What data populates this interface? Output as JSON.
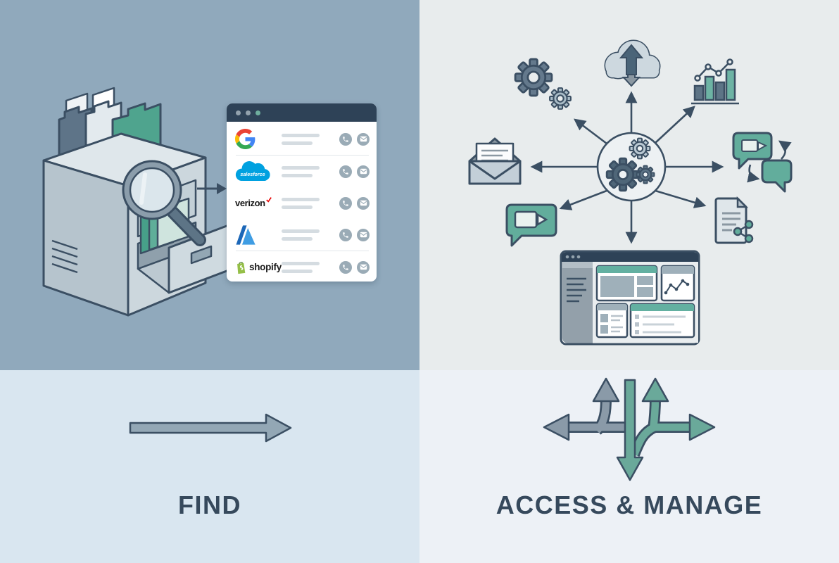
{
  "labels": {
    "find": "FIND",
    "access": "ACCESS & MANAGE"
  },
  "find_panel": {
    "illustration": "file-cabinet-with-folders-magnifier",
    "arrow": "right-arrow",
    "contact_window": {
      "titlebar_dot_colors": [
        "#93a2ad",
        "#93a2ad",
        "#6fae9e"
      ],
      "rows": [
        {
          "company": "Google",
          "logo": "google-g-icon"
        },
        {
          "company": "Salesforce",
          "logo": "salesforce-cloud-icon",
          "logo_text": "salesforce"
        },
        {
          "company": "Verizon",
          "logo": "verizon-wordmark",
          "logo_text": "verizon",
          "check_mark": "✓"
        },
        {
          "company": "Microsoft Azure",
          "logo": "azure-a-icon"
        },
        {
          "company": "Shopify",
          "logo": "shopify-bag-icon",
          "logo_text": "shopify"
        }
      ],
      "row_placeholder_lines": 2,
      "row_actions": [
        "phone-icon",
        "mail-icon"
      ]
    }
  },
  "access_panel": {
    "hub_center_icon": "gears-icon",
    "spoke_icons": [
      "gears-icon",
      "cloud-sync-icon",
      "bar-line-chart-icon",
      "open-envelope-icon",
      "video-chat-exchange-icon",
      "video-message-icon",
      "document-share-icon",
      "dashboard-window-icon"
    ],
    "bottom_icon": "branching-arrows-icon"
  },
  "colors": {
    "outline": "#3b4f63",
    "panel_find_top": "#90a9bc",
    "panel_find_bottom": "#d9e6f0",
    "panel_access_top": "#e8eced",
    "panel_access_bottom": "#edf1f6",
    "titlebar": "#2e4257",
    "teal": "#62ad9c",
    "folder_teal": "#4fa48e",
    "slate": "#5d7486",
    "gray_arrow": "#93a7b5",
    "label_text": "#36495c",
    "salesforce_blue": "#00a1e0",
    "verizon_red": "#e60000",
    "shopify_green": "#95bf47"
  }
}
